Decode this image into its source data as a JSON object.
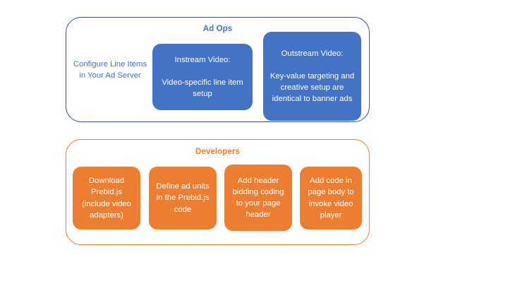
{
  "diagram": {
    "type": "process-swimlane",
    "background_color": "#FFFFFF",
    "accent_blue": "#4472C4",
    "accent_orange": "#ED7D31",
    "lanes": [
      {
        "id": "ad-ops",
        "title": "Ad Ops",
        "title_color": "#4472C4",
        "border_color": "#2E5395",
        "items": [
          {
            "id": "configure-line-items",
            "style": "plain-text",
            "text_color": "#4472C4",
            "text": "Configure Line Items in Your Ad Server"
          },
          {
            "id": "instream-video",
            "style": "filled-card",
            "fill": "#4472C4",
            "text": "Instream Video:\n\nVideo-specific line item setup"
          },
          {
            "id": "outstream-video",
            "style": "filled-card",
            "fill": "#4472C4",
            "text": "Outstream Video:\n\nKey-value targeting and creative setup are identical to banner ads"
          }
        ]
      },
      {
        "id": "developers",
        "title": "Developers",
        "title_color": "#ED7D31",
        "border_color": "#ED7D31",
        "items": [
          {
            "id": "download-prebid",
            "style": "filled-card",
            "fill": "#ED7D31",
            "text": "Download Prebid.js (include video adapters)"
          },
          {
            "id": "define-ad-units",
            "style": "filled-card",
            "fill": "#ED7D31",
            "text": "Define ad units in the Prebid.js code"
          },
          {
            "id": "add-header-bidding-code",
            "style": "filled-card",
            "fill": "#ED7D31",
            "text": "Add header bidding coding to your page header"
          },
          {
            "id": "add-page-body-code",
            "style": "filled-card",
            "fill": "#ED7D31",
            "text": "Add code in page body to invoke video player"
          }
        ]
      }
    ]
  }
}
